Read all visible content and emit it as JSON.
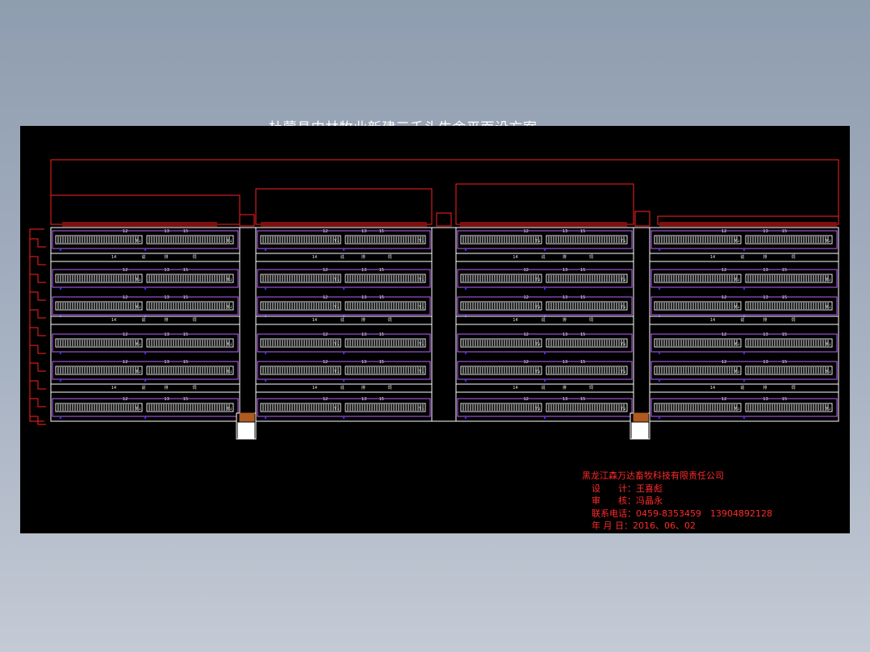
{
  "title": "杜蒙县中林牧业新建三千头牛舍平面设方案一",
  "info": {
    "company": "黑龙江森万达畜牧科技有限责任公司",
    "design_label": "设　　计：",
    "design_value": "王喜彪",
    "review_label": "审　　核：",
    "review_value": "冯晶永",
    "phone_label": "联系电话：",
    "phone_value": "0459-8353459　13904892128",
    "date_label": "年 月 日：",
    "date_value": "2016、06、02"
  },
  "plan": {
    "pen_label": "14",
    "num_a": "12",
    "num_b": "13",
    "num_c": "15",
    "note_1": "说",
    "note_2": "排",
    "note_3": "饲",
    "colors": {
      "structure": "#ff2020",
      "pen_outline": "#ffffff",
      "stall": "#c060ff",
      "bars": "#e8e8e8",
      "marker": "#3030ff",
      "brown": "#b05a20"
    }
  }
}
